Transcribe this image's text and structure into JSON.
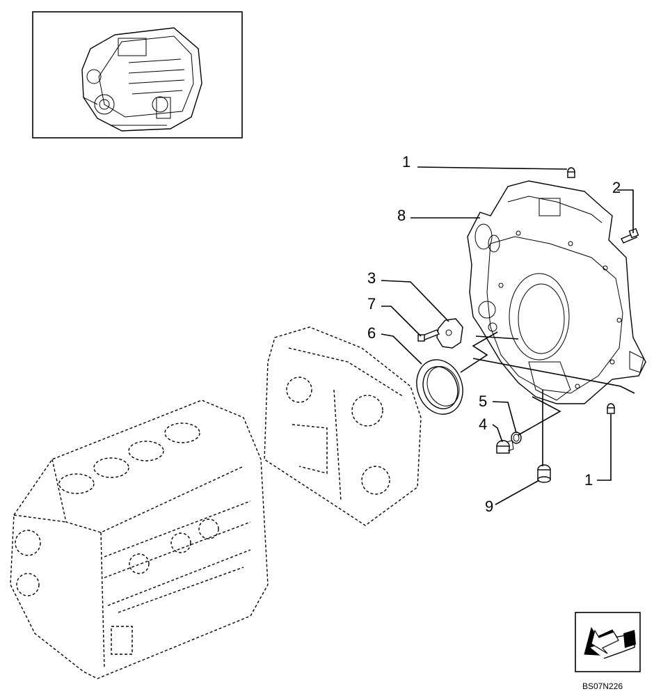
{
  "diagram": {
    "callouts": [
      "1",
      "2",
      "8",
      "3",
      "7",
      "6",
      "5",
      "4",
      "9",
      "1"
    ],
    "drawing_code": "BS07N226",
    "icon": "view-direction-arrow-icon"
  }
}
